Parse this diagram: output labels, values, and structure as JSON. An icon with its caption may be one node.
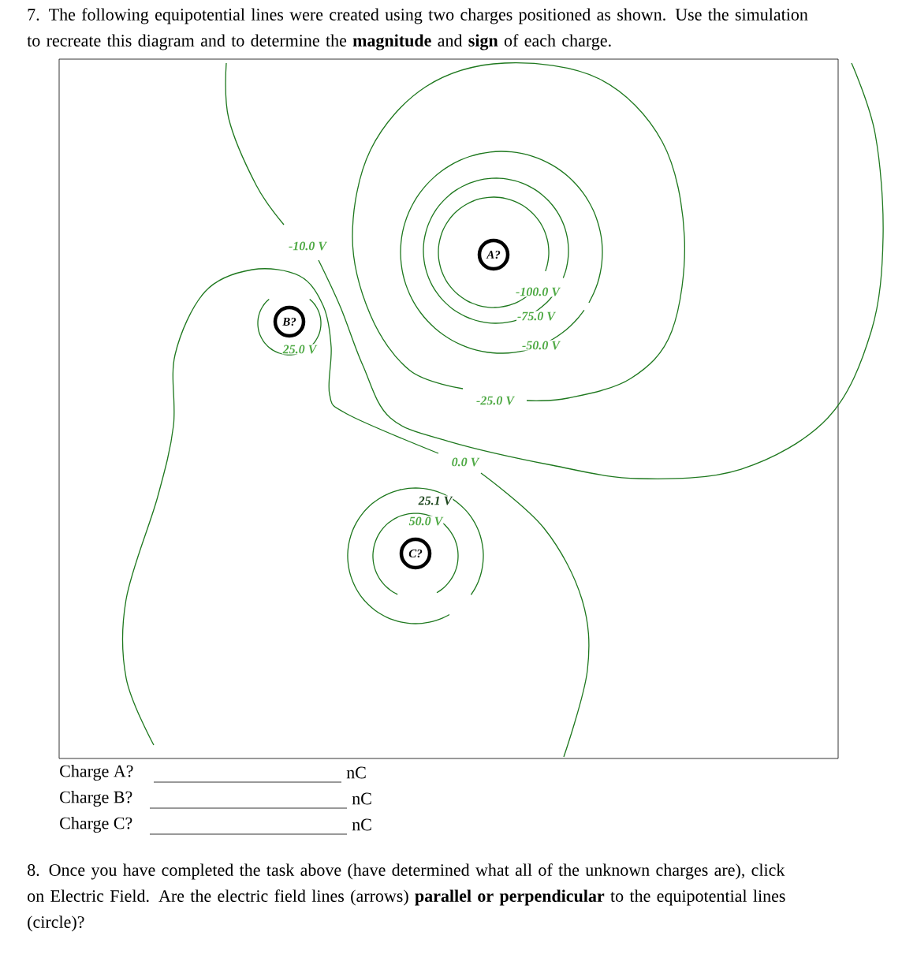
{
  "diagram": {
    "title": "7. The following equipotential lines were created using two charges positioned as shown. Use the simulation to recreate this diagram and to determine the **magnitude** and **sign** of each charge.",
    "nodes": [
      {
        "text": [
          "A?"
        ]
      },
      {
        "text": [
          "B?"
        ]
      },
      {
        "text": [
          "C?"
        ]
      }
    ],
    "labels": [
      "-10.0 V",
      "-100.0 V",
      "-75.0 V",
      "25.0 V",
      "-50.0 V",
      "-25.0 V",
      "0.0 V",
      "25.1 V",
      "50.0 V",
      "Charge A?",
      "nC",
      "Charge B?",
      "nC",
      "Charge C?",
      "nC",
      "8. Once you have completed the task above (have determined what all of the unknown charges are), click on Electric Field. Are the electric field lines (arrows) **parallel or perpendicular** to the equipotential lines (circle)?"
    ]
  }
}
